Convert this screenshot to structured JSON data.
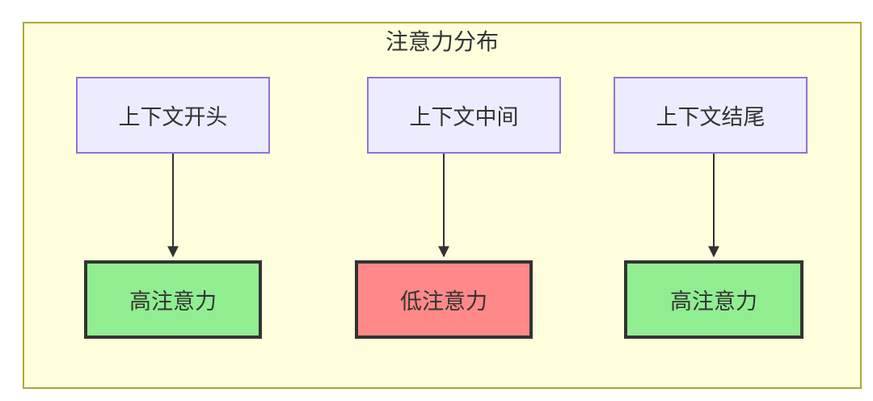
{
  "diagram": {
    "title": "注意力分布",
    "colors": {
      "cluster_bg": "#ffffde",
      "cluster_border": "#aaaa33",
      "context_fill": "#ececff",
      "context_border": "#9370db",
      "high_attention_fill": "#90ee90",
      "low_attention_fill": "#ff8888",
      "result_border": "#333333",
      "arrow": "#333333",
      "text": "#333333"
    },
    "columns": [
      {
        "source": "上下文开头",
        "result": "高注意力",
        "level": "high",
        "result_fill": "#90ee90"
      },
      {
        "source": "上下文中间",
        "result": "低注意力",
        "level": "low",
        "result_fill": "#ff8888"
      },
      {
        "source": "上下文结尾",
        "result": "高注意力",
        "level": "high",
        "result_fill": "#90ee90"
      }
    ]
  }
}
